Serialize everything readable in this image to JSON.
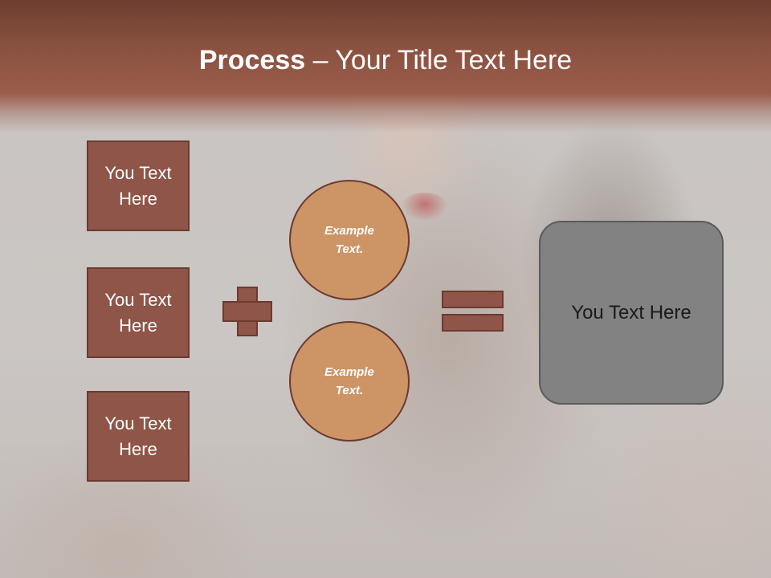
{
  "title": {
    "bold": "Process",
    "rest": " – Your Title Text Here"
  },
  "left_boxes": [
    {
      "label": "You Text\nHere"
    },
    {
      "label": "You Text\nHere"
    },
    {
      "label": "You Text\nHere"
    }
  ],
  "circles": [
    {
      "label": "Example\nText."
    },
    {
      "label": "Example\nText."
    }
  ],
  "result_box": {
    "label": "You Text Here"
  },
  "colors": {
    "header": "#8a5140",
    "box_fill": "#8e5548",
    "circle_fill": "#cd9466",
    "result_fill": "#828282"
  }
}
